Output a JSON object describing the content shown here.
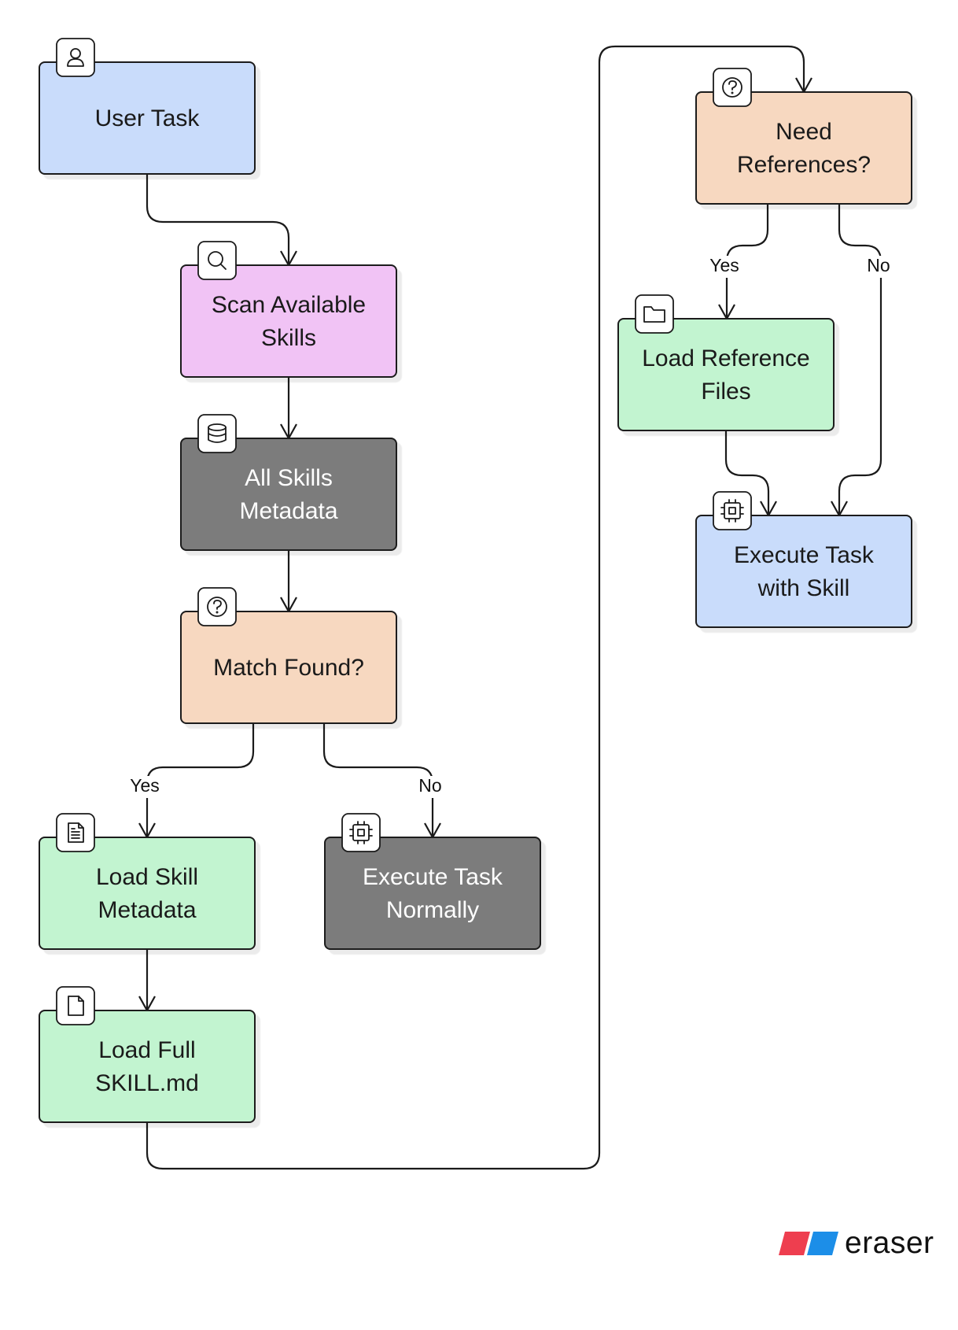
{
  "nodes": [
    {
      "id": "user_task",
      "lines": [
        "User Task"
      ],
      "fill": "#c9dcfb",
      "icon": "user-icon"
    },
    {
      "id": "scan_skills",
      "lines": [
        "Scan Available",
        "Skills"
      ],
      "fill": "#f1c3f5",
      "icon": "search-icon"
    },
    {
      "id": "skills_metadata",
      "lines": [
        "All Skills",
        "Metadata"
      ],
      "fill": "#7b7b7b",
      "icon": "database-icon"
    },
    {
      "id": "match_found",
      "lines": [
        "Match Found?"
      ],
      "fill": "#f7d8c0",
      "icon": "question-icon"
    },
    {
      "id": "load_skill_metadata",
      "lines": [
        "Load Skill",
        "Metadata"
      ],
      "fill": "#c2f4d0",
      "icon": "document-icon"
    },
    {
      "id": "execute_normally",
      "lines": [
        "Execute Task",
        "Normally"
      ],
      "fill": "#7b7b7b",
      "icon": "cpu-icon"
    },
    {
      "id": "load_full",
      "lines": [
        "Load Full",
        "SKILL.md"
      ],
      "fill": "#c2f4d0",
      "icon": "file-icon"
    },
    {
      "id": "need_references",
      "lines": [
        "Need",
        "References?"
      ],
      "fill": "#f7d8c0",
      "icon": "question-icon"
    },
    {
      "id": "load_reference",
      "lines": [
        "Load Reference",
        "Files"
      ],
      "fill": "#c2f4d0",
      "icon": "folder-icon"
    },
    {
      "id": "execute_with_skill",
      "lines": [
        "Execute Task",
        "with Skill"
      ],
      "fill": "#c9dcfb",
      "icon": "cpu-icon"
    }
  ],
  "edges": [
    {
      "from": "user_task",
      "to": "scan_skills",
      "label": ""
    },
    {
      "from": "scan_skills",
      "to": "skills_metadata",
      "label": ""
    },
    {
      "from": "skills_metadata",
      "to": "match_found",
      "label": ""
    },
    {
      "from": "match_found",
      "to": "load_skill_metadata",
      "label": "Yes"
    },
    {
      "from": "match_found",
      "to": "execute_normally",
      "label": "No"
    },
    {
      "from": "load_skill_metadata",
      "to": "load_full",
      "label": ""
    },
    {
      "from": "load_full",
      "to": "need_references",
      "label": ""
    },
    {
      "from": "need_references",
      "to": "load_reference",
      "label": "Yes"
    },
    {
      "from": "need_references",
      "to": "execute_with_skill",
      "label": "No"
    },
    {
      "from": "load_reference",
      "to": "execute_with_skill",
      "label": ""
    }
  ],
  "colors": {
    "dark_text": "#1a1a1a",
    "light_text": "#ffffff",
    "stroke": "#1a1a1a"
  },
  "logo": {
    "text": "eraser",
    "colors": [
      "#ee3e4f",
      "#1c8ee8"
    ]
  }
}
